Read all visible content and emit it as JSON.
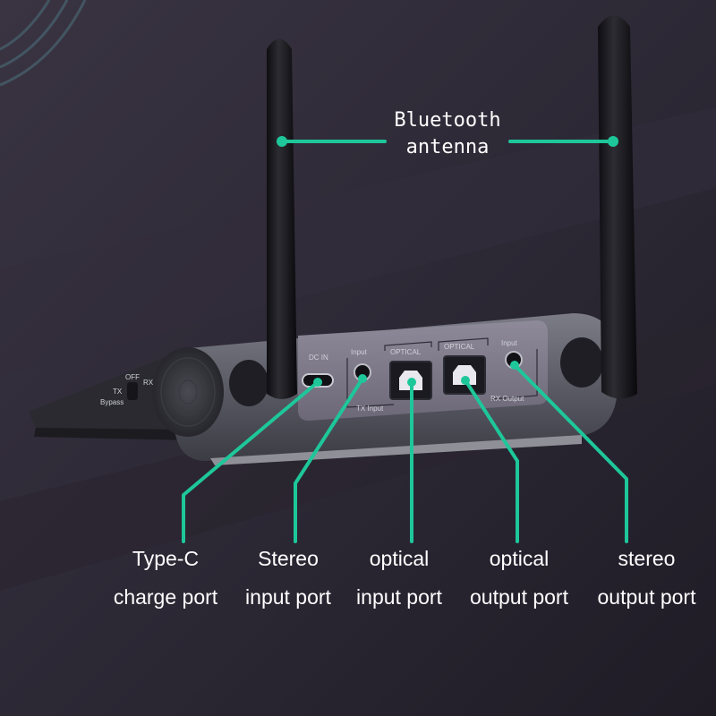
{
  "antenna": {
    "line1": "Bluetooth",
    "line2": "antenna"
  },
  "device_labels": {
    "dc_in": "DC IN",
    "input_left": "Input",
    "tx_input": "TX Input",
    "optical_left": "OPTICAL",
    "optical_right": "OPTICAL",
    "input_right": "Input",
    "rx_output": "RX Output",
    "switch_tx": "TX",
    "switch_off": "OFF",
    "switch_rx": "RX",
    "switch_bypass": "Bypass"
  },
  "callouts": [
    {
      "line1": "Type-C",
      "line2": "charge port"
    },
    {
      "line1": "Stereo",
      "line2": "input port"
    },
    {
      "line1": "optical",
      "line2": "input port"
    },
    {
      "line1": "optical",
      "line2": "output port"
    },
    {
      "line1": "stereo",
      "line2": "output port"
    }
  ],
  "colors": {
    "background": "#2c2836",
    "callout_line": "#1ec79a",
    "device_body": "#5d5e68",
    "antenna": "#1a1a1e"
  }
}
